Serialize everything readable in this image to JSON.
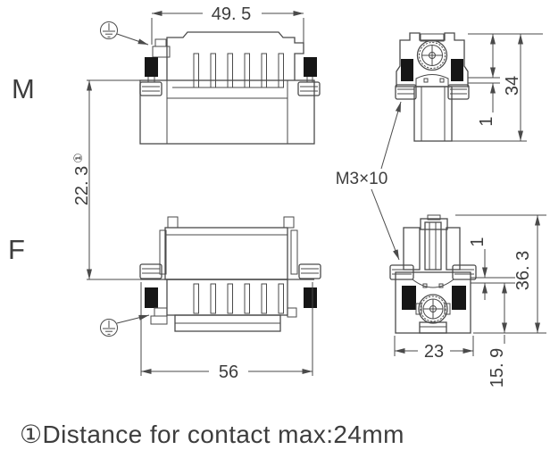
{
  "labels": {
    "male": "M",
    "female": "F"
  },
  "dimensions": {
    "top_width": "49. 5",
    "contact_distance": "22. 3",
    "note_ref": "①",
    "m_height": "34",
    "m_lip": "1",
    "screw_spec": "M3×10",
    "f_width": "56",
    "f_lip": "1",
    "f_height": "36. 3",
    "f_body_width": "23",
    "f_depth": "15. 9"
  },
  "note": "①Distance for contact max:24mm",
  "icons": {
    "ground_symbol": "protective-earth-icon"
  },
  "colors": {
    "line": "#4a4a4a",
    "text": "#3d3d3d",
    "solid_fill": "#161616",
    "background": "#ffffff"
  }
}
